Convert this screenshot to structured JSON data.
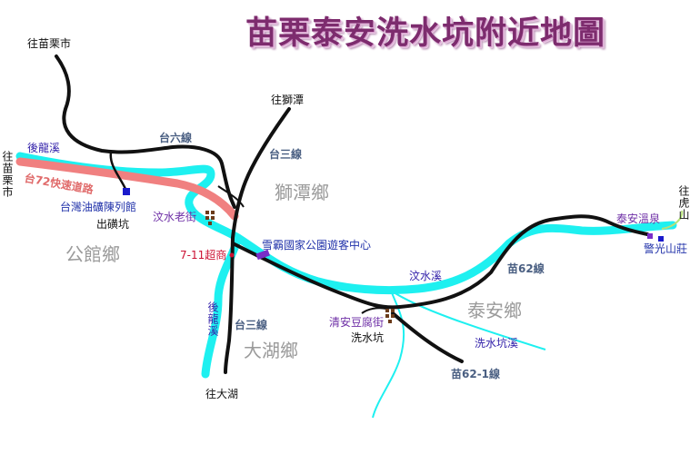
{
  "title": "苗栗泰安洗水坑附近地圖",
  "colors": {
    "river": "#1ef0f0",
    "road": "#111111",
    "expressway": "#f08080",
    "title": "#7d2c6e",
    "poi_square_blue": "#1a1acc",
    "poi_square_purple": "#7a2ec8"
  },
  "directions": {
    "miaoli_city_top": "往苗栗市",
    "shitan": "往獅潭",
    "miaoli_city_left": "往苗栗市",
    "huyan_mountain": "往虎山",
    "dahu": "往大湖"
  },
  "roads": {
    "tai6": "台六線",
    "tai3_north": "台三線",
    "tai3_south": "台三線",
    "tai72": "台72快速道路",
    "miao62": "苗62線",
    "miao62_1": "苗62-1線"
  },
  "rivers": {
    "houlong": "後龍溪",
    "houlong_vertical": "後龍溪",
    "wenshui": "汶水溪",
    "xishuikeng": "洗水坑溪"
  },
  "townships": {
    "shitan": "獅潭鄉",
    "gongguan": "公館鄉",
    "taian": "泰安鄉",
    "dahu": "大湖鄉"
  },
  "places": {
    "oil_museum": "台灣油礦陳列館",
    "chukuangkeng": "出磺坑",
    "wenshui_old_street": "汶水老街",
    "seven_eleven": "7-11超商",
    "visitor_center": "雪霸國家公園遊客中心",
    "tofu_street": "清安豆腐街",
    "xishuikeng_village": "洗水坑",
    "taian_hot_spring": "泰安溫泉",
    "jingguang_villa": "警光山莊"
  }
}
